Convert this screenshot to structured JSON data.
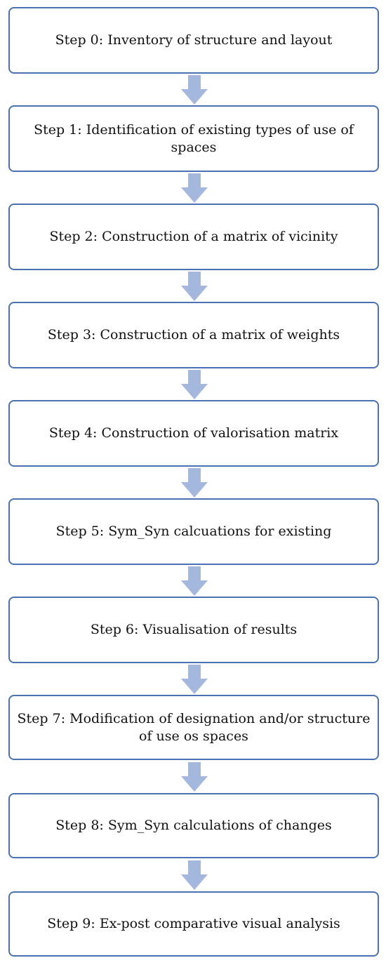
{
  "diagram": {
    "box_border_color": "#4a72b3",
    "arrow_color": "#a4b8de",
    "steps": [
      {
        "label": "Step 0: Inventory of structure and layout"
      },
      {
        "label": "Step 1: Identification of existing types of use of spaces"
      },
      {
        "label": "Step 2: Construction of a matrix of vicinity"
      },
      {
        "label": "Step 3: Construction of a matrix of weights"
      },
      {
        "label": "Step 4: Construction of valorisation matrix"
      },
      {
        "label": "Step 5: Sym_Syn calcuations for existing"
      },
      {
        "label": "Step 6: Visualisation of results"
      },
      {
        "label": "Step 7: Modification of designation and/or structure of use os spaces"
      },
      {
        "label": "Step 8: Sym_Syn calculations of changes"
      },
      {
        "label": "Step 9: Ex-post comparative visual analysis"
      }
    ]
  }
}
